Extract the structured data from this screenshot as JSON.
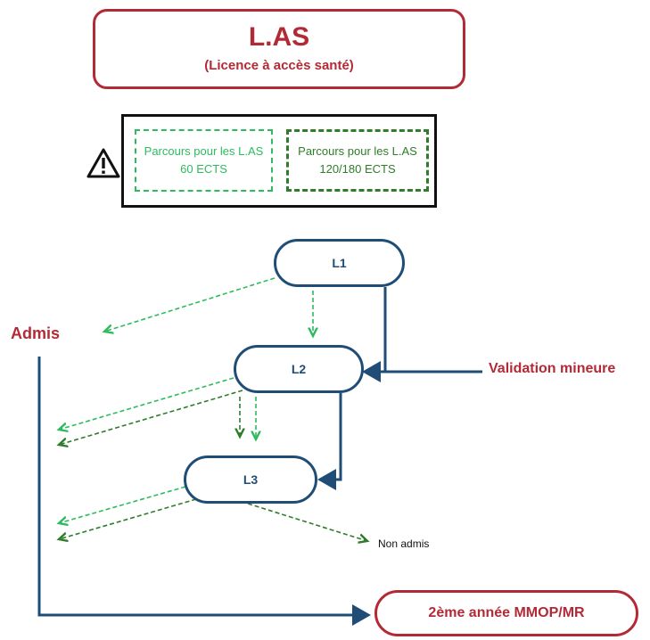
{
  "title": {
    "main": "L.AS",
    "subtitle": "(Licence à accès santé)"
  },
  "legend": {
    "icon": "warning-triangle-icon",
    "ects60": "Parcours pour les L.AS 60 ECTS",
    "ects120": "Parcours pour les L.AS 120/180 ECTS"
  },
  "nodes": {
    "l1": "L1",
    "l2": "L2",
    "l3": "L3"
  },
  "labels": {
    "admis": "Admis",
    "validation": "Validation mineure",
    "non_admis": "Non admis",
    "final": "2ème année MMOP/MR"
  },
  "colors": {
    "accent_red": "#b22a35",
    "node_blue": "#1f4d75",
    "green_light": "#2dbb5e",
    "green_dark": "#2e7d2a"
  }
}
